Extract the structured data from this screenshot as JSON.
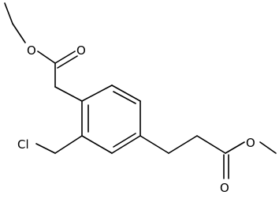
{
  "molecule": {
    "atoms": {
      "ester_top_oxygen": "O",
      "carbonyl_top_oxygen": "O",
      "chloro": "Cl",
      "ester_bottom_oxygen": "O",
      "carbonyl_bottom_oxygen": "O"
    },
    "colors": {
      "bond": "#000000",
      "label": "#000000",
      "background": "#ffffff"
    }
  }
}
